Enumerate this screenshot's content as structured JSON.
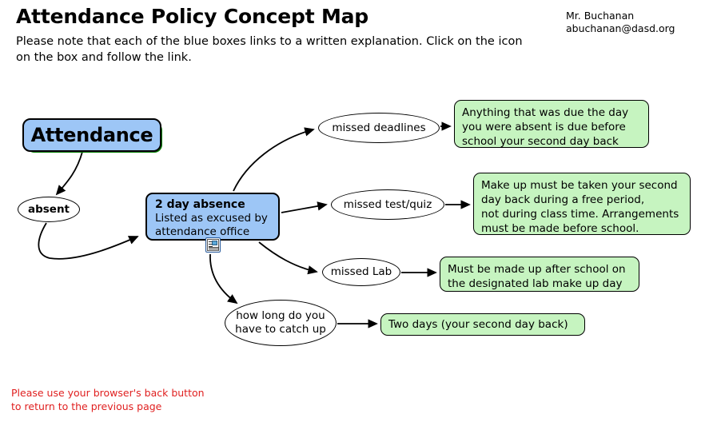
{
  "header": {
    "title": "Attendance Policy Concept Map",
    "intro": "Please note that each of the blue boxes links to a written explanation. Click on the icon on the box and follow the link.",
    "contact_name": "Mr. Buchanan",
    "contact_email": "abuchanan@dasd.org"
  },
  "footer": {
    "note_line1": "Please use your browser's back button",
    "note_line2": "to return to the previous page",
    "note_color": "#e02020"
  },
  "colors": {
    "blue_node_fill": "#9dc6f6",
    "blue_node_shadow": "#018001",
    "green_node_fill": "#c6f4c0",
    "node_stroke": "#000000",
    "connector_stroke": "#000000"
  },
  "nodes": {
    "root": {
      "label": "Attendance",
      "type": "blue-rounded-box-with-shadow"
    },
    "absent": {
      "label": "absent",
      "type": "ellipse"
    },
    "two_day_absence": {
      "title": "2 day absence",
      "body_line1": "Listed as excused by",
      "body_line2": "attendance office",
      "type": "blue-rounded-box",
      "icon_name": "document-link-icon"
    },
    "missed_deadlines": {
      "label": "missed deadlines",
      "type": "ellipse"
    },
    "missed_test_quiz": {
      "label": "missed test/quiz",
      "type": "ellipse"
    },
    "missed_lab": {
      "label": "missed Lab",
      "type": "ellipse"
    },
    "how_long": {
      "line1": "how long do you",
      "line2": "have to catch up",
      "type": "ellipse"
    },
    "green_deadlines": {
      "line1": "Anything that was due the day",
      "line2": "you were absent is due before",
      "line3": "school your second day back",
      "type": "green-rounded-box"
    },
    "green_test": {
      "line1": "Make up must be taken your second",
      "line2": "day back during a free period,",
      "line3": "not during class time. Arrangements",
      "line4": "must be made before school.",
      "type": "green-rounded-box"
    },
    "green_lab": {
      "line1": "Must be made up after school on",
      "line2": "the designated lab make up day",
      "type": "green-rounded-box"
    },
    "green_howlong": {
      "line1": "Two days (your second day back)",
      "type": "green-rounded-box"
    }
  },
  "edges": [
    {
      "from": "root",
      "to": "absent",
      "style": "curved-arrow"
    },
    {
      "from": "absent",
      "to": "two_day_absence",
      "style": "curved-arrow"
    },
    {
      "from": "two_day_absence",
      "to": "missed_deadlines",
      "style": "curved-arrow"
    },
    {
      "from": "two_day_absence",
      "to": "missed_test_quiz",
      "style": "straight-arrow"
    },
    {
      "from": "two_day_absence",
      "to": "missed_lab",
      "style": "curved-arrow"
    },
    {
      "from": "two_day_absence",
      "to": "how_long",
      "style": "curved-arrow"
    },
    {
      "from": "missed_deadlines",
      "to": "green_deadlines",
      "style": "straight-arrow"
    },
    {
      "from": "missed_test_quiz",
      "to": "green_test",
      "style": "straight-arrow"
    },
    {
      "from": "missed_lab",
      "to": "green_lab",
      "style": "straight-arrow"
    },
    {
      "from": "how_long",
      "to": "green_howlong",
      "style": "straight-arrow"
    }
  ]
}
